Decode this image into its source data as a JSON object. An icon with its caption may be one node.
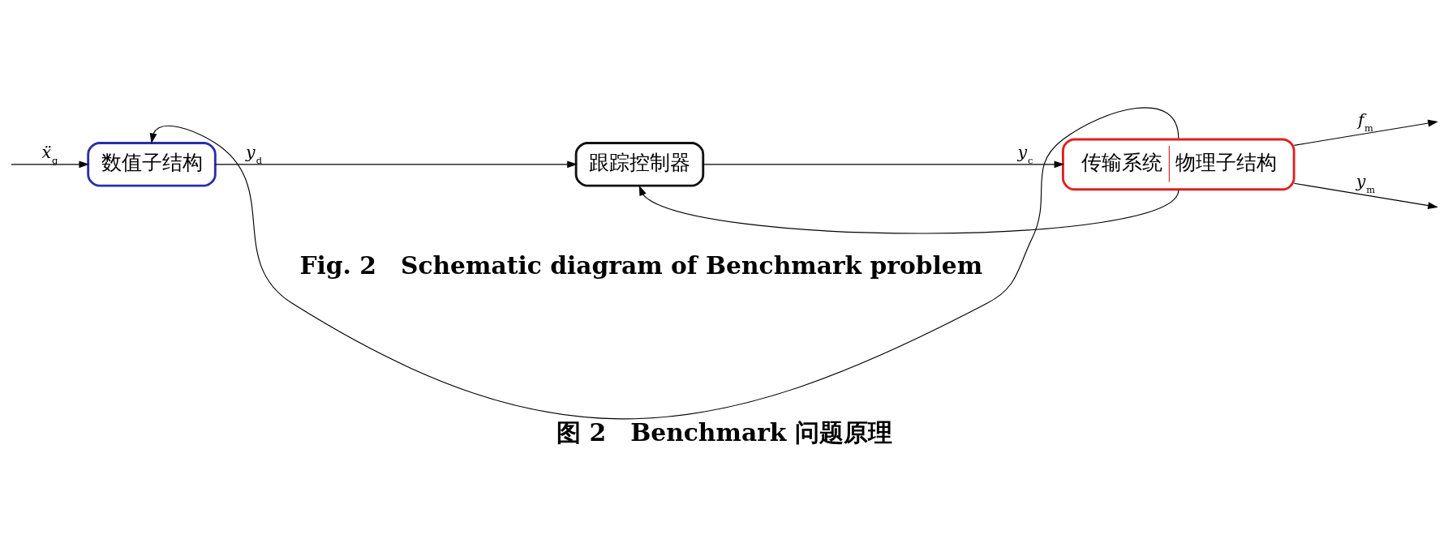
{
  "diagram": {
    "caption": "图 2　Benchmark 问题原理",
    "nodes": [
      {
        "text": [
          "数值子结构"
        ]
      },
      {
        "text": [
          "跟踪控制器"
        ]
      },
      {
        "text": [
          "传输系统",
          "物理子结构"
        ]
      }
    ],
    "edges": [
      {
        "from": 2,
        "to": 0,
        "arrow": "to"
      },
      {
        "from": null,
        "to": 0,
        "arrow": "to",
        "label": "ẍ$_{g}$"
      },
      {
        "from": 0,
        "to": 1,
        "arrow": "to",
        "label": "y$_{d}$"
      },
      {
        "from": 1,
        "to": 2,
        "arrow": "to",
        "label": "y$_{c}$"
      },
      {
        "from": 2,
        "to": null,
        "arrow": "to",
        "label": "f$_{m}$"
      },
      {
        "from": 2,
        "to": null,
        "arrow": "to",
        "label": "y$_{m}$"
      },
      {
        "from": 2,
        "to": 1,
        "arrow": "to"
      }
    ],
    "labels": [
      "Fig. 2　Schematic diagram of Benchmark problem"
    ]
  }
}
